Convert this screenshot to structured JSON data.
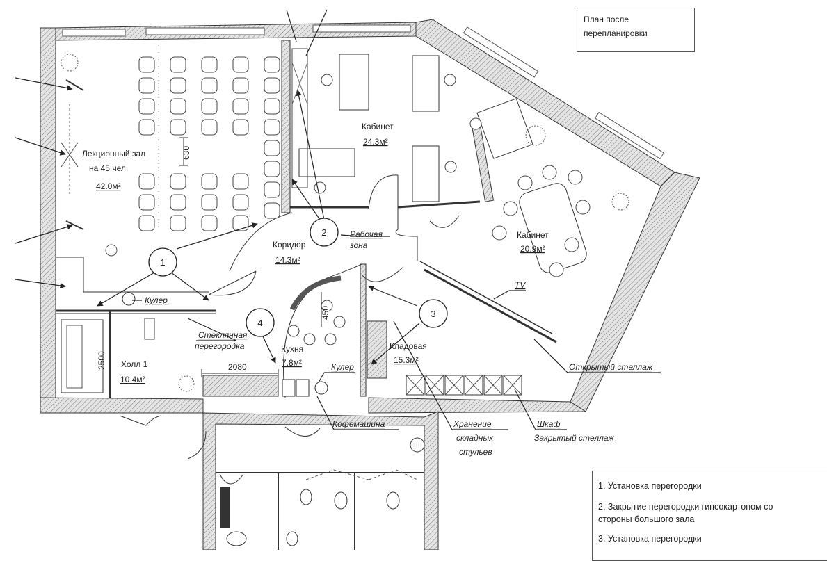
{
  "header": {
    "title_line1": "План после",
    "title_line2": "перепланировки"
  },
  "rooms": {
    "lecture": {
      "name_line1": "Лекционный зал",
      "name_line2": "на 45 чел.",
      "area": "42.0м²"
    },
    "cabinet1": {
      "name": "Кабинет",
      "area": "24.3м²"
    },
    "cabinet2": {
      "name": "Кабинет",
      "area": "20.9м²"
    },
    "corridor": {
      "name": "Коридор",
      "area": "14.3м²"
    },
    "workzone": {
      "line1": "Рабочая",
      "line2": "зона"
    },
    "kitchen": {
      "name": "Кухня",
      "area": "7.8м²"
    },
    "hall": {
      "name": "Холл 1",
      "area": "10.4м²"
    },
    "storage": {
      "name": "Кладовая",
      "area": "15.3м²"
    }
  },
  "dimensions": {
    "d630": "630",
    "d450": "450",
    "d2500": "2500",
    "d2080": "2080"
  },
  "callouts": {
    "c1": "1",
    "c2": "2",
    "c3": "3",
    "c4": "4"
  },
  "annotations": {
    "cooler1": "Кулер",
    "cooler2": "Кулер",
    "glass_line1": "Стеклянная",
    "glass_line2": "перегородка",
    "tv": "TV",
    "open_rack": "Открытый стеллаж",
    "coffee": "Кофемашина",
    "chairs_line1": "Хранение",
    "chairs_line2": "складных",
    "chairs_line3": "стульев",
    "cabinet_line1": "Шкаф",
    "cabinet_line2": "Закрытый стеллаж"
  },
  "notes": {
    "n1": "1. Установка перегородки",
    "n2_line1": "2. Закрытие перегородки гипсокартоном со",
    "n2_line2": "стороны большого зала",
    "n3": "3. Установка перегородки"
  }
}
